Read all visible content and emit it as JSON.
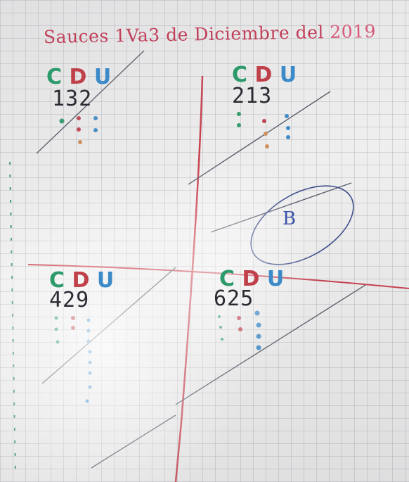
{
  "title": {
    "text": "Sauces 1Va3 de Diciembre del ",
    "year": "2019"
  },
  "column_headers": {
    "c": "C",
    "d": "D",
    "u": "U"
  },
  "quadrants": [
    {
      "id": "top-left",
      "number": "132"
    },
    {
      "id": "top-right",
      "number": "213"
    },
    {
      "id": "bottom-left",
      "number": "429"
    },
    {
      "id": "bottom-right",
      "number": "625"
    }
  ],
  "circled_note": "B",
  "colors": {
    "ink_green": "#2c9a6a",
    "ink_red": "#c0404a",
    "ink_blue": "#3c8ac8",
    "pencil": "#2a2a33",
    "divider_red": "#c83a48"
  }
}
